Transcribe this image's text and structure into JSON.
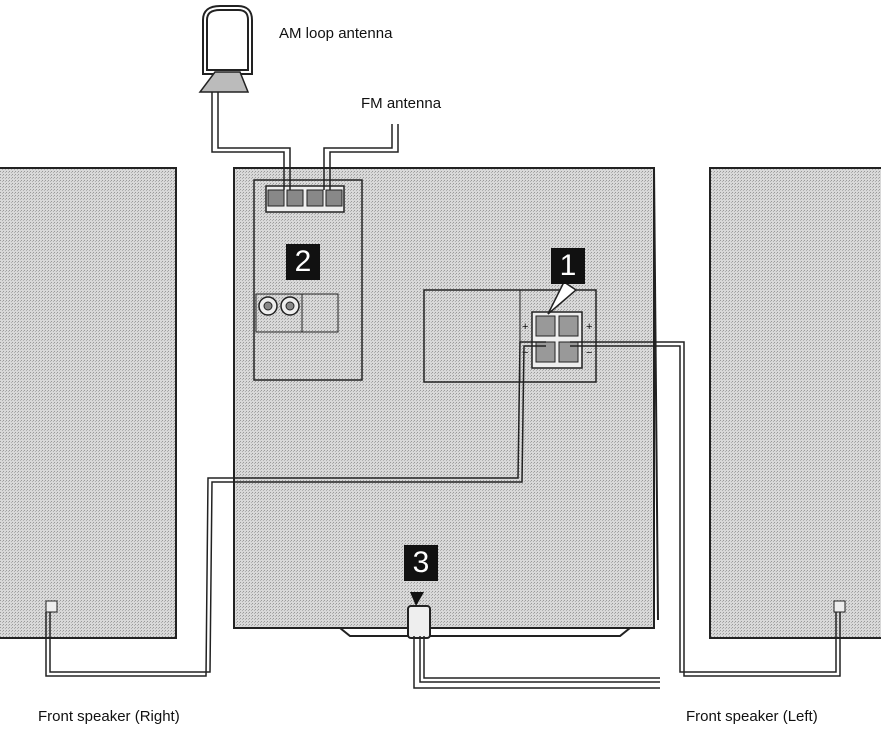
{
  "labels": {
    "am_antenna": "AM loop antenna",
    "fm_antenna": "FM antenna",
    "speaker_right": "Front speaker (Right)",
    "speaker_left": "Front speaker (Left)"
  },
  "steps": {
    "speaker_terminals": "1",
    "antenna_terminals": "2",
    "power_cord": "3"
  },
  "colors": {
    "panel_fill": "#cfcfcf",
    "outline": "#222222",
    "badge": "#111111"
  }
}
